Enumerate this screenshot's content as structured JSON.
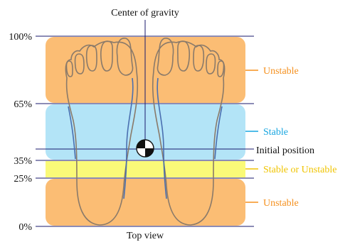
{
  "title": "Center of gravity",
  "caption": "Top view",
  "initial_position_label": "Initial position",
  "y_ticks": [
    "100%",
    "65%",
    "35%",
    "25%",
    "0%"
  ],
  "zones": [
    {
      "name": "unstable-top",
      "from": 65,
      "to": 100,
      "label": "Unstable",
      "color": "#fbbd74",
      "label_color": "#f5901e"
    },
    {
      "name": "stable",
      "from": 35,
      "to": 65,
      "label": "Stable",
      "color": "#b3e4f7",
      "label_color": "#16a5e0"
    },
    {
      "name": "stable-or-unstable",
      "from": 25,
      "to": 35,
      "label": "Stable or Unstable",
      "color": "#fafa78",
      "label_color": "#f0c400"
    },
    {
      "name": "unstable-bottom",
      "from": 0,
      "to": 25,
      "label": "Unstable",
      "color": "#fbbd74",
      "label_color": "#f5901e"
    }
  ],
  "center_of_gravity_level": 41
}
